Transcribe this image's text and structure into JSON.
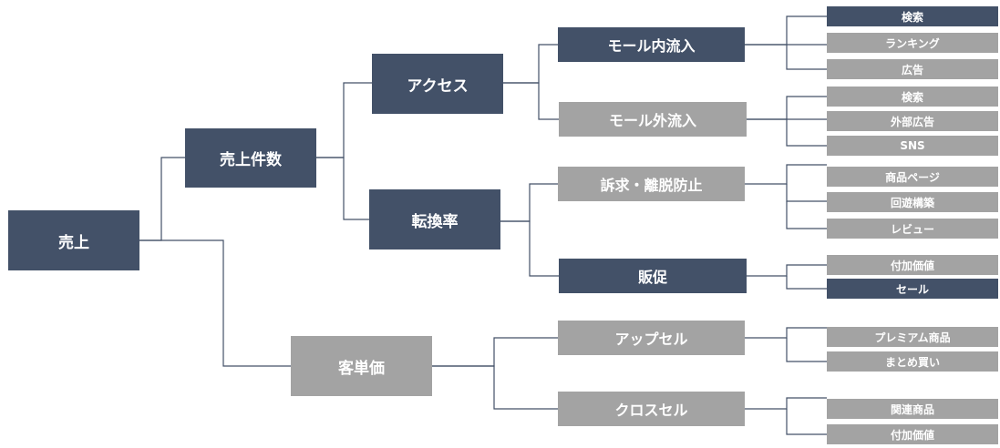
{
  "nodes": {
    "root": "売上",
    "count": "売上件数",
    "unit_price": "客単価",
    "access": "アクセス",
    "conversion": "転換率",
    "mall_in": "モール内流入",
    "mall_out": "モール外流入",
    "appeal": "訴求・離脱防止",
    "promo": "販促",
    "upsell": "アップセル",
    "crosssell": "クロスセル"
  },
  "leaves": {
    "mall_in": [
      "検索",
      "ランキング",
      "広告"
    ],
    "mall_out": [
      "検索",
      "外部広告",
      "SNS"
    ],
    "appeal": [
      "商品ページ",
      "回遊構築",
      "レビュー"
    ],
    "promo": [
      "付加価値",
      "セール"
    ],
    "upsell": [
      "プレミアム商品",
      "まとめ買い"
    ],
    "crosssell": [
      "関連商品",
      "付加価値"
    ]
  },
  "colors": {
    "dark": "#435168",
    "gray": "#a3a3a3",
    "line": "#435168",
    "text": "#ffffff",
    "background": "#ffffff"
  }
}
